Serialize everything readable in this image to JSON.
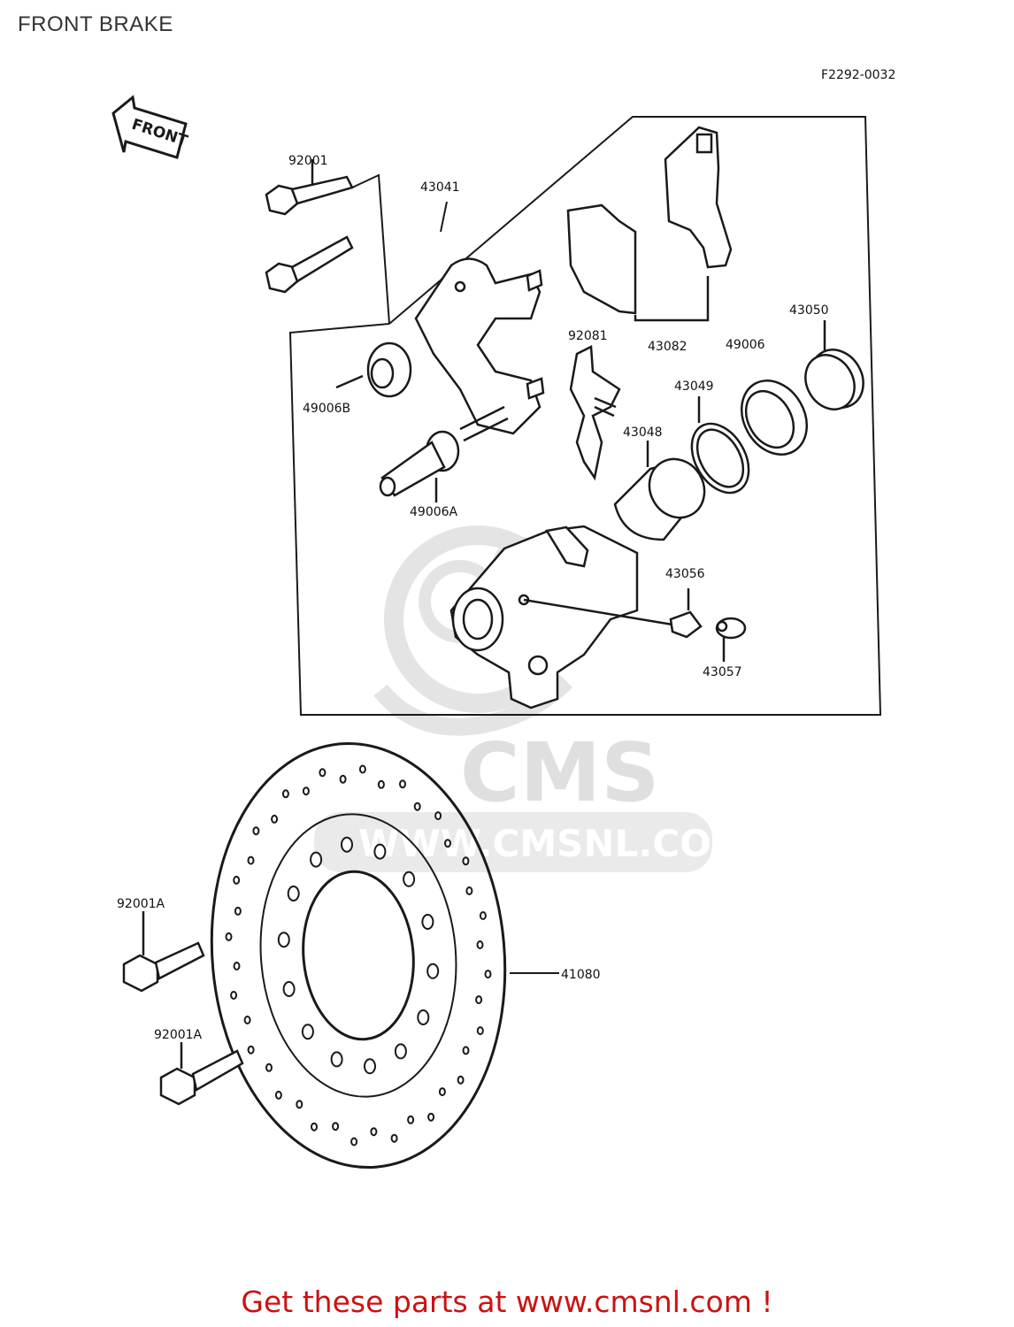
{
  "page": {
    "title": "FRONT BRAKE",
    "diagram_code": "F2292-0032",
    "front_arrow_text": "FRONT",
    "promo_prefix": "Get these parts at ",
    "promo_link": "www.cmsnl.com",
    "promo_suffix": " !"
  },
  "watermark": {
    "brand": "CMS",
    "url": "WWW.CMSNL.COM"
  },
  "parts": [
    {
      "id": "p92001",
      "number": "92001"
    },
    {
      "id": "p43041",
      "number": "43041"
    },
    {
      "id": "p43082",
      "number": "43082"
    },
    {
      "id": "p43050",
      "number": "43050"
    },
    {
      "id": "p92081",
      "number": "92081"
    },
    {
      "id": "p49006",
      "number": "49006"
    },
    {
      "id": "p43049",
      "number": "43049"
    },
    {
      "id": "p49006B",
      "number": "49006B"
    },
    {
      "id": "p43048",
      "number": "43048"
    },
    {
      "id": "p49006A",
      "number": "49006A"
    },
    {
      "id": "p43056",
      "number": "43056"
    },
    {
      "id": "p43057",
      "number": "43057"
    },
    {
      "id": "p92001A_1",
      "number": "92001A"
    },
    {
      "id": "p41080",
      "number": "41080"
    },
    {
      "id": "p92001A_2",
      "number": "92001A"
    }
  ],
  "colors": {
    "line": "#1a1a1a",
    "watermark": "#dcdcdc",
    "promo": "#cc1111"
  }
}
